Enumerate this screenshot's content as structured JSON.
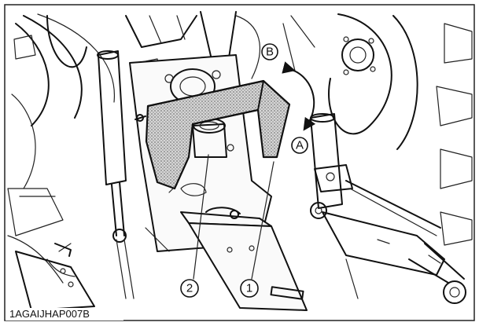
{
  "figure": {
    "code": "1AGAIJHAP007B",
    "direction_a": "A",
    "direction_b": "B",
    "callout_1": "1",
    "callout_2": "2"
  }
}
